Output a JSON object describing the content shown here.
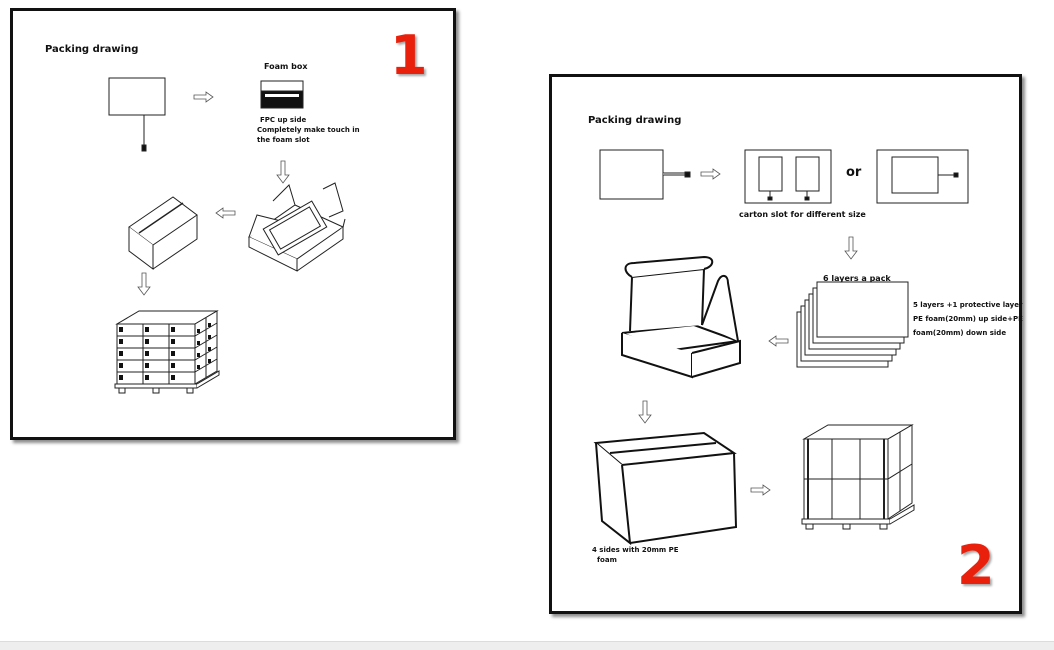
{
  "panel1": {
    "number": "1",
    "title": "Packing drawing",
    "foam_box_label": "Foam box",
    "fpc_note": [
      "FPC up side",
      "Completely make touch in",
      "the foam slot"
    ]
  },
  "panel2": {
    "number": "2",
    "title": "Packing drawing",
    "or_label": "or",
    "carton_slot_label": "carton slot for different size",
    "layers_label": "6 layers a pack",
    "layers_note": [
      "5 layers +1 protective layer",
      "PE foam(20mm) up side+PE",
      "foam(20mm) down side"
    ],
    "sides_note": [
      "4 sides with 20mm PE",
      "foam"
    ]
  },
  "colors": {
    "accent_number": "#e8200c",
    "frame_border": "#111111"
  }
}
